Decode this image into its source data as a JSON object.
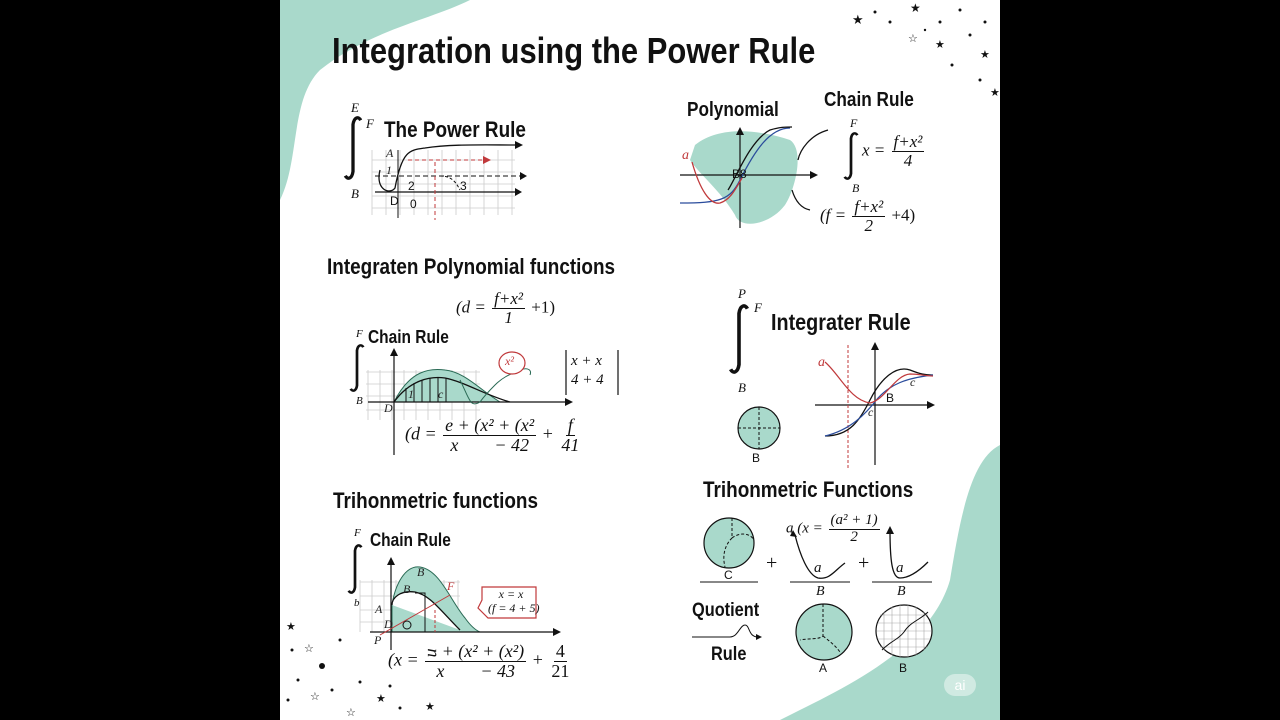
{
  "title": "Integration using the Power Rule",
  "colors": {
    "teal": "#a9d9cb",
    "red": "#c0393b",
    "blue": "#2a4c9c",
    "ink": "#111111"
  },
  "power_rule": {
    "heading": "The Power Rule",
    "integral_upper": "E",
    "integral_sup": "F",
    "integral_lower": "B",
    "labels": [
      "A",
      "1",
      "2",
      "3",
      "D",
      "0"
    ]
  },
  "polynomial": {
    "heading": "Polynomial",
    "curve_label": "a",
    "origin_label": "B8"
  },
  "chain_rule_top": {
    "heading": "Chain Rule",
    "integral_upper": "F",
    "integral_lower": "B",
    "eq1_lhs": "x =",
    "eq1_num": "f+x²",
    "eq1_den": "4",
    "eq2_open": "(f =",
    "eq2_num": "f+x²",
    "eq2_den": "2",
    "eq2_tail": "+4)"
  },
  "integraten": {
    "heading": "Integraten Polynomial functions",
    "eq_top_open": "(d =",
    "eq_top_num": "f+x²",
    "eq_top_den": "1",
    "eq_top_tail": "+1)",
    "sub_heading": "Chain Rule",
    "integral_upper": "F",
    "integral_lower": "B",
    "labels": [
      "D",
      "1",
      "c"
    ],
    "bubble": "x²",
    "abs_top": "x + x",
    "abs_bottom": "4 + 4",
    "eq_bottom_open": "(d =",
    "eq_bottom_num": "e + (x² + (x²",
    "eq_bottom_den": "x        − 42",
    "eq_bottom_plus": "+",
    "eq_bottom_num2": "f",
    "eq_bottom_den2": "41"
  },
  "integrater": {
    "heading": "Integrater Rule",
    "integral_upper": "P",
    "integral_sup": "F",
    "integral_lower": "B",
    "circle_label": "B",
    "curve_labels": [
      "a",
      "c",
      "B",
      "c"
    ]
  },
  "trig_left": {
    "heading": "Trihonmetric functions",
    "sub_heading": "Chain Rule",
    "integral_upper": "F",
    "integral_lower": "b",
    "labels": [
      "B",
      "B",
      "A",
      "F",
      "D",
      "P"
    ],
    "callout_line1": "x = x",
    "callout_line2": "(f = 4 + 5)",
    "eq_open": "(x =",
    "eq_num": "ᴝ + (x² + (x²)",
    "eq_den": "x        − 43",
    "eq_plus": "+",
    "eq_num2": "4",
    "eq_den2": "21"
  },
  "trig_right": {
    "heading": "Trihonmetric Functions",
    "circle_label_c": "C",
    "plus": "+",
    "eq_prefix": "a",
    "eq_open": "(x =",
    "eq_num": "(a² + 1)",
    "eq_den": "2",
    "curve_label": "a",
    "under_labels": [
      "B",
      "B"
    ],
    "quotient_label": "Quotient",
    "rule_label": "Rule",
    "circle_label_a": "A",
    "circle_label_b": "B"
  },
  "watermark": "ai"
}
